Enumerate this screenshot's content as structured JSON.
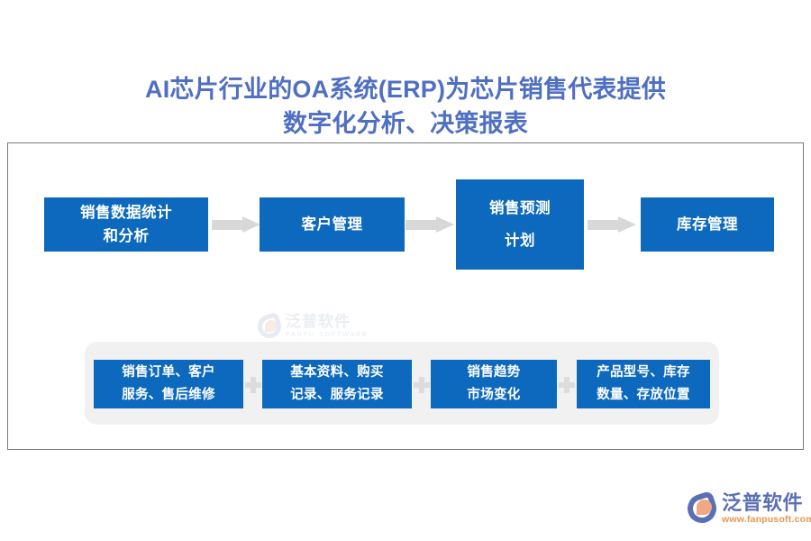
{
  "title": {
    "line1": "AI芯片行业的OA系统(ERP)为芯片销售代表提供",
    "line2": "数字化分析、决策报表",
    "color": "#4f6fc2"
  },
  "colors": {
    "box_blue": "#0d69bd",
    "arrow_gray": "#d8d8d8",
    "panel_gray": "#f1f1f1",
    "plus_gray": "#dcdcdc",
    "frame_border": "#7b7b7b",
    "brand_blue": "#5a6fb5",
    "brand_orange": "#e8954f",
    "background": "#ffffff"
  },
  "process": {
    "boxes": [
      {
        "line1": "销售数据统计",
        "line2": "和分析"
      },
      {
        "line1": "客户管理",
        "line2": ""
      },
      {
        "line1": "销售预测",
        "line2": "计划"
      },
      {
        "line1": "库存管理",
        "line2": ""
      }
    ],
    "arrow_count": 3,
    "arrow_icon": "right-arrow-icon"
  },
  "details": {
    "boxes": [
      {
        "line1": "销售订单、客户",
        "line2": "服务、售后维修"
      },
      {
        "line1": "基本资料、购买",
        "line2": "记录、服务记录"
      },
      {
        "line1": "销售趋势",
        "line2": "市场变化"
      },
      {
        "line1": "产品型号、库存",
        "line2": "数量、存放位置"
      }
    ],
    "separator": "+"
  },
  "watermark": {
    "cn": "泛普软件",
    "en": "FANPU SOFTWARE"
  },
  "brand": {
    "cn": "泛普软件",
    "url": "www.fanpusoft.com"
  }
}
